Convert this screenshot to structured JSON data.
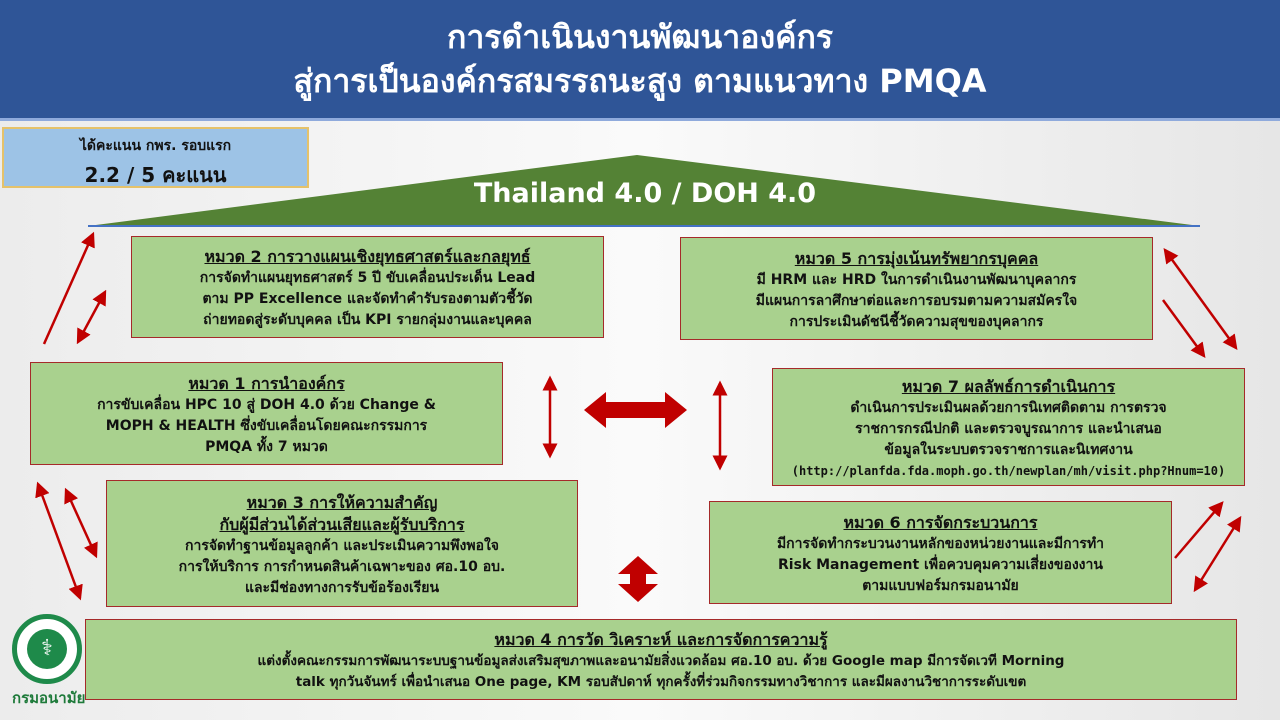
{
  "header": {
    "line1": "การดำเนินงานพัฒนาองค์กร",
    "line2": "สู่การเป็นองค์กรสมรรถนะสูง ตามแนวทาง PMQA"
  },
  "score": {
    "label": "ได้คะแนน กพร. รอบแรก",
    "value": "2.2 / 5 คะแนน"
  },
  "roof": {
    "label": "Thailand 4.0 /  DOH 4.0"
  },
  "colors": {
    "header": "#2F5597",
    "box": "#A9D18E",
    "roof": "#548235",
    "arrow": "#C00000"
  },
  "categories": {
    "c2": {
      "title": "หมวด 2 การวางแผนเชิงยุทธศาสตร์และกลยุทธ์",
      "lines": [
        "การจัดทำแผนยุทธศาสตร์ 5 ปี ขับเคลื่อนประเด็น Lead",
        "ตาม PP Excellence และจัดทำคำรับรองตามตัวชี้วัด",
        "ถ่ายทอดสู่ระดับบุคคล เป็น KPI รายกลุ่มงานและบุคคล"
      ]
    },
    "c5": {
      "title": "หมวด 5 การมุ่งเน้นทรัพยากรบุคคล",
      "lines": [
        "มี HRM และ HRD ในการดำเนินงานพัฒนาบุคลากร",
        "มีแผนการลาศึกษาต่อและการอบรมตามความสมัครใจ",
        "การประเมินดัชนีชี้วัดความสุขของบุคลากร"
      ]
    },
    "c1": {
      "title": "หมวด 1 การนำองค์กร",
      "lines": [
        "การขับเคลื่อน HPC 10 สู่ DOH 4.0 ด้วย Change &",
        "MOPH & HEALTH ซึ่งขับเคลื่อนโดยคณะกรรมการ",
        "PMQA ทั้ง 7 หมวด"
      ]
    },
    "c7": {
      "title": "หมวด 7 ผลลัพธ์การดำเนินการ",
      "lines": [
        "ดำเนินการประเมินผลด้วยการนิเทศติดตาม การตรวจ",
        "ราชการกรณีปกติ และตรวจบูรณาการ และนำเสนอ",
        "ข้อมูลในระบบตรวจราชการและนิเทศงาน"
      ],
      "url": "(http://planfda.fda.moph.go.th/newplan/mh/visit.php?Hnum=10)"
    },
    "c3": {
      "title1": "หมวด 3 การให้ความสำคัญ",
      "title2": "กับผู้มีส่วนได้ส่วนเสียและผู้รับบริการ",
      "lines": [
        "การจัดทำฐานข้อมูลลูกค้า และประเมินความพึงพอใจ",
        "การให้บริการ การกำหนดสินค้าเฉพาะของ ศอ.10 อบ.",
        "และมีช่องทางการรับข้อร้องเรียน"
      ]
    },
    "c6": {
      "title": "หมวด 6 การจัดกระบวนการ",
      "lines": [
        "มีการจัดทำกระบวนงานหลักของหน่วยงานและมีการทำ",
        "Risk Management เพื่อควบคุมความเสี่ยงของงาน",
        "ตามแบบฟอร์มกรมอนามัย"
      ]
    },
    "c4": {
      "title": "หมวด 4 การวัด วิเคราะห์ และการจัดการความรู้",
      "lines": [
        "แต่งตั้งคณะกรรมการพัฒนาระบบฐานข้อมูลส่งเสริมสุขภาพและอนามัยสิ่งแวดล้อม ศอ.10 อบ. ด้วย Google map มีการจัดเวที Morning",
        "talk ทุกวันจันทร์ เพื่อนำเสนอ One page, KM รอบสัปดาห์ ทุกครั้งที่ร่วมกิจกรรมทางวิชาการ และมีผลงานวิชาการระดับเขต"
      ]
    }
  },
  "logo": {
    "text": "กรมอนามัย"
  }
}
